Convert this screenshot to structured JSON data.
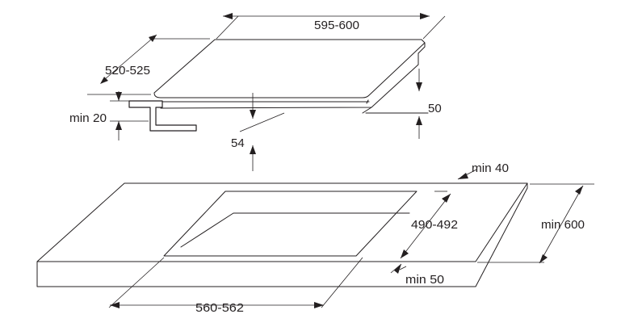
{
  "hob": {
    "width_dim": "595-600",
    "depth_dim": "520-525",
    "thickness_dim": "50",
    "clearance_dim": "54",
    "worktop_min_thickness": "min 20"
  },
  "worktop": {
    "back_clearance": "min 40",
    "cutout_depth": "490-492",
    "worktop_depth": "min 600",
    "front_clearance": "min 50",
    "cutout_width": "560-562"
  }
}
